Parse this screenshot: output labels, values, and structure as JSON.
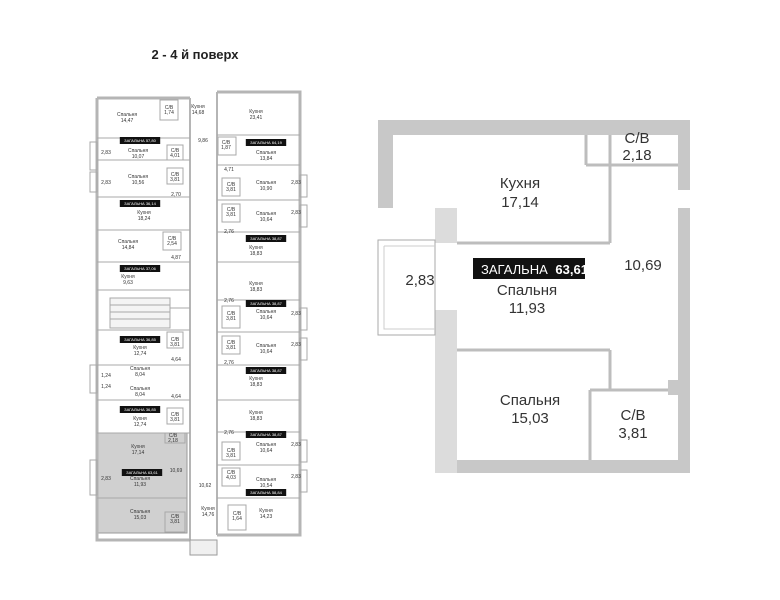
{
  "floor_title": "2 - 4 й поверх",
  "detail": {
    "kitchen_name": "Кухня",
    "kitchen_area": "17,14",
    "bath_top_name": "С/В",
    "bath_top_area": "2,18",
    "total_label": "ЗАГАЛЬНА",
    "total_value": "63,61",
    "bedroom1_name": "Спальня",
    "bedroom1_area": "11,93",
    "balcony_area": "2,83",
    "living_area": "10,69",
    "bedroom2_name": "Спальня",
    "bedroom2_area": "15,03",
    "bath_bottom_name": "С/В",
    "bath_bottom_area": "3,81"
  },
  "highlight_color": "#d0d0d0",
  "total_badge_color": "#111111",
  "plan": {
    "west": {
      "u1_bed": "Спальня",
      "u1_bed_a": "14,47",
      "u1_bath": "С/В",
      "u1_bath_a": "1,74",
      "u1_total": "ЗАГАЛЬНА 57,80",
      "u1_bath2": "С/В",
      "u1_bath2_a": "4,01",
      "u1_bed2": "Спальня",
      "u1_bed2_a": "10,07",
      "u1_balc": "2,83",
      "u2_bed": "Спальня",
      "u2_bed_a": "10,56",
      "u2_bath": "С/В",
      "u2_bath_a": "3,81",
      "u2_balc": "2,83",
      "u2_total": "ЗАГАЛЬНА 36,14",
      "u2_kit": "Кухня",
      "u2_kit_a": "18,24",
      "u2_mid": "2,70",
      "u3_bed": "Спальня",
      "u3_bed_a": "14,84",
      "u3_bath": "С/В",
      "u3_bath_a": "2,54",
      "u3_mid": "4,87",
      "u3_total": "ЗАГАЛЬНА 37,06",
      "u3_kit": "Кухня",
      "u3_kit_a": "9,63",
      "u4_total": "ЗАГАЛЬНА 36,85",
      "u4_bath": "С/В",
      "u4_bath_a": "3,81",
      "u4_kit": "Кухня",
      "u4_kit_a": "12,74",
      "u4_side": "4,64",
      "u4_bed": "Спальня",
      "u4_bed_a": "8,04",
      "u4_balc": "1,24",
      "u5_balc": "1,24",
      "u5_bed": "Спальня",
      "u5_bed_a": "8,04",
      "u5_side": "4,64",
      "u5_total": "ЗАГАЛЬНА 36,85",
      "u5_bath": "С/В",
      "u5_bath_a": "3,81",
      "u5_kit": "Кухня",
      "u5_kit_a": "12,74",
      "u6_kit": "Кухня",
      "u6_kit_a": "17,14",
      "u6_bath": "С/В",
      "u6_bath_a": "2,18",
      "u6_total": "ЗАГАЛЬНА 63,61",
      "u6_living": "10,69",
      "u6_balc": "2,83",
      "u6_bed": "Спальня",
      "u6_bed_a": "11,93",
      "u6_bed2": "Спальня",
      "u6_bed2_a": "15,03",
      "u6_bath2": "С/В",
      "u6_bath2_a": "3,81"
    },
    "center": {
      "kit": "Кухня",
      "kit_a": "14,68",
      "c1": "9,86",
      "c2": "10,62",
      "kit_b": "Кухня",
      "kit_b_a": "14,76"
    },
    "east": {
      "e1_kit": "Кухня",
      "e1_kit_a": "23,41",
      "e1_bath": "С/В",
      "e1_bath_a": "1,87",
      "e1_total": "ЗАГАЛЬНА 64,19",
      "e1_bed": "Спальня",
      "e1_bed_a": "13,84",
      "e1_mid": "4,71",
      "e2_bath": "С/В",
      "e2_bath_a": "3,81",
      "e2_bed": "Спальня",
      "e2_bed_a": "10,90",
      "e2_balc": "2,83",
      "e3_bath": "С/В",
      "e3_bath_a": "3,81",
      "e3_bed": "Спальня",
      "e3_bed_a": "10,64",
      "e3_balc": "2,83",
      "e3_mid": "2,76",
      "e3_total": "ЗАГАЛЬНА 38,87",
      "e3_kit": "Кухня",
      "e3_kit_a": "18,83",
      "e4_kit": "Кухня",
      "e4_kit_a": "18,83",
      "e4_mid": "2,76",
      "e4_total": "ЗАГАЛЬНА 38,87",
      "e4_bath": "С/В",
      "e4_bath_a": "3,81",
      "e4_bed": "Спальня",
      "e4_bed_a": "10,64",
      "e4_balc": "2,83",
      "e5_bath": "С/В",
      "e5_bath_a": "3,81",
      "e5_bed": "Спальня",
      "e5_bed_a": "10,64",
      "e5_balc": "2,83",
      "e5_mid": "2,76",
      "e5_total": "ЗАГАЛЬНА 38,87",
      "e5_kit": "Кухня",
      "e5_kit_a": "18,83",
      "e6_kit": "Кухня",
      "e6_kit_a": "18,83",
      "e6_mid": "2,76",
      "e6_total": "ЗАГАЛЬНА 38,87",
      "e6_bath": "С/В",
      "e6_bath_a": "3,81",
      "e6_bed": "Спальня",
      "e6_bed_a": "10,64",
      "e6_balc": "2,83",
      "e7_bath": "С/В",
      "e7_bath_a": "4,03",
      "e7_bed": "Спальня",
      "e7_bed_a": "10,54",
      "e7_balc": "2,83",
      "e7_total": "ЗАГАЛЬНА 58,84",
      "e7_bath2": "С/В",
      "e7_bath2_a": "1,64",
      "e7_kit": "Кухня",
      "e7_kit_a": "14,23"
    }
  }
}
